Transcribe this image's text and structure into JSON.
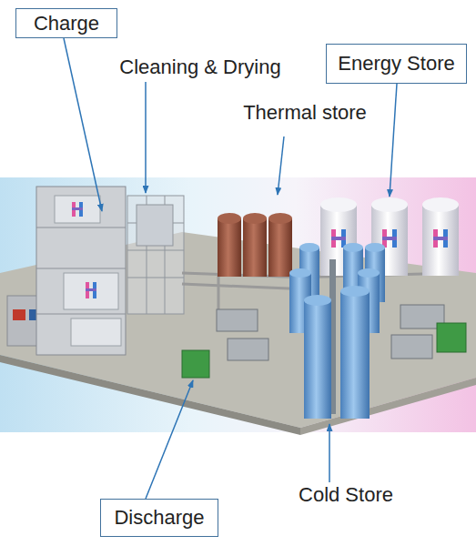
{
  "diagram": {
    "nodes": [
      {
        "text": [
          "Charge"
        ]
      },
      {
        "text": [
          "Energy Store"
        ]
      },
      {
        "text": [
          "Discharge"
        ]
      }
    ],
    "labels": [
      "Cleaning & Drying",
      "Thermal store",
      "Cold Store"
    ]
  }
}
